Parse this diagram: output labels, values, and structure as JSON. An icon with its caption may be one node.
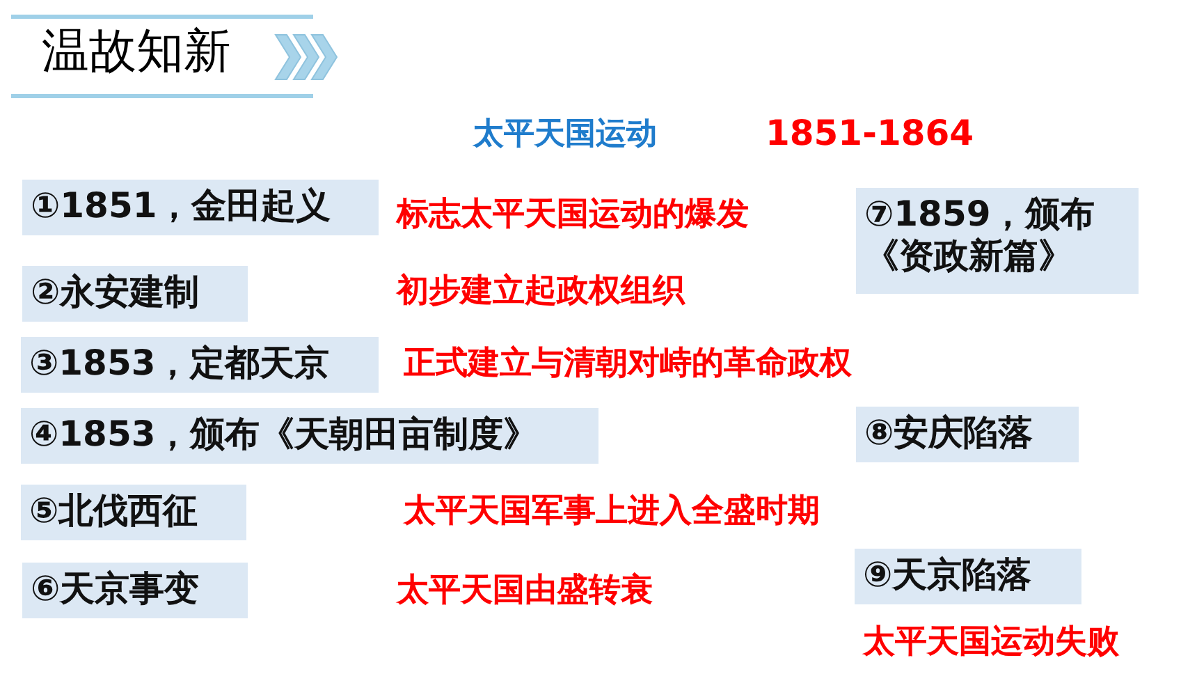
{
  "diagram": {
    "title": "温故知新",
    "nodes": [
      {
        "text": [
          "①1851，金田起义"
        ],
        "beside": [
          "标志太平天国运动的爆发"
        ]
      },
      {
        "text": [
          "②永安建制"
        ]
      },
      {
        "text": [
          "③1853，定都天京"
        ],
        "beside": [
          "正式建立与清朝对峙的革命政权"
        ]
      },
      {
        "text": [
          "④1853，颁布《天朝田亩制度》"
        ]
      },
      {
        "text": [
          "⑤北伐西征"
        ]
      },
      {
        "text": [
          "⑥天京事变"
        ]
      },
      {
        "text": [
          "⑦1859，颁布《资政新篇》"
        ]
      },
      {
        "text": [
          "⑧安庆陷落"
        ]
      },
      {
        "text": [
          "⑨天京陷落"
        ],
        "beside": [
          "太平天国运动失败"
        ]
      }
    ],
    "labels": [
      "太平天国运动",
      "1851-1864",
      "初步建立起政权组织",
      "太平天国军事上进入全盛时期",
      "太平天国由盛转衰"
    ]
  }
}
